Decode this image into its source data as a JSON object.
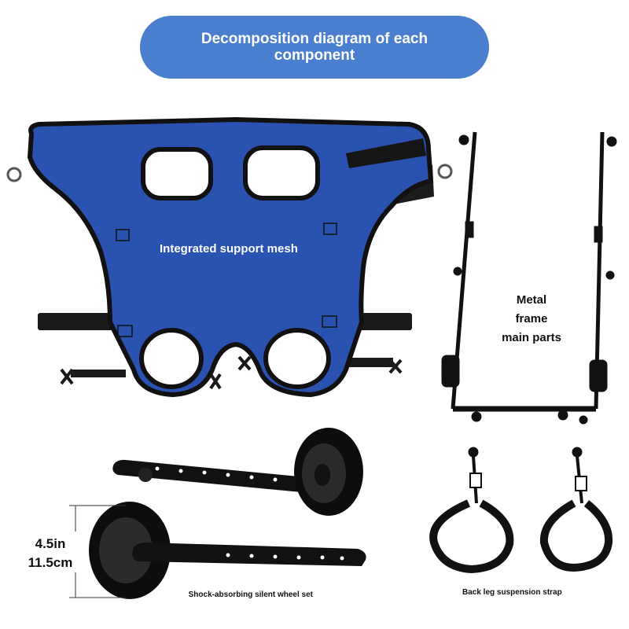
{
  "header": {
    "title_line1": "Decomposition diagram of each",
    "title_line2": "component"
  },
  "labels": {
    "mesh": "Integrated support mesh",
    "frame_line1": "Metal",
    "frame_line2": "frame",
    "frame_line3": "main parts",
    "wheel": "Shock-absorbing silent wheel set",
    "strap": "Back leg suspension strap"
  },
  "dimension": {
    "inches": "4.5in",
    "centimeters": "11.5cm"
  },
  "colors": {
    "title_bg": "#4a7fd0",
    "mesh_blue": "#2a52b0",
    "metal": "#111111"
  }
}
